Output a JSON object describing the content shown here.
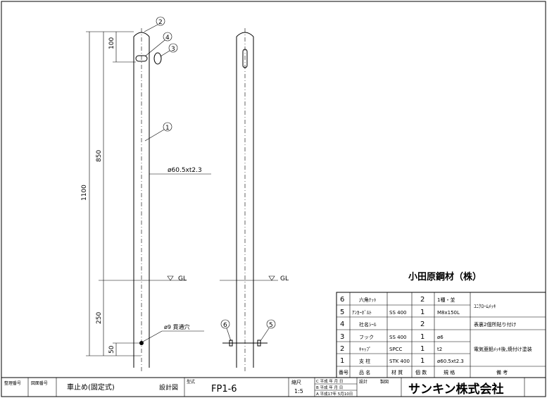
{
  "company_owner": "小田原鋼材（株）",
  "dimensions": {
    "total": "1100",
    "above_ground": "850",
    "top": "100",
    "below_ground": "250",
    "bottom": "50",
    "pipe": "ø60.5xt2.3",
    "hole": "ø9 貫通穴",
    "gl_left": "GL",
    "gl_right": "GL"
  },
  "callouts": [
    "1",
    "2",
    "3",
    "4",
    "5",
    "6"
  ],
  "parts_table": {
    "headers": [
      "番号",
      "品 名",
      "材 質",
      "個 数",
      "規 格",
      "備 考"
    ],
    "rows": [
      {
        "no": "6",
        "name": "六角ﾅｯﾄ",
        "material": "",
        "qty": "2",
        "spec": "1種・並"
      },
      {
        "no": "5",
        "name": "ｱﾝｶｰﾎﾞﾙﾄ",
        "material": "SS 400",
        "qty": "1",
        "spec": "M8x150L"
      },
      {
        "no": "4",
        "name": "社名ｼｰﾙ",
        "material": "",
        "qty": "2",
        "spec": ""
      },
      {
        "no": "3",
        "name": "フック",
        "material": "SS 400",
        "qty": "1",
        "spec": "ø6"
      },
      {
        "no": "2",
        "name": "ｷｬｯﾌﾟ",
        "material": "SPCC",
        "qty": "1",
        "spec": "t2"
      },
      {
        "no": "1",
        "name": "支 柱",
        "material": "STK 400",
        "qty": "1",
        "spec": "ø60.5xt2.3"
      }
    ],
    "notes": [
      "ﾕﾆｸﾛｰﾑﾒｯｷ",
      "表裏2個所貼り付け",
      "電気亜鉛ﾒｯｷ後,焼付け塗装"
    ]
  },
  "title_block": {
    "label_seiri": "整理番号",
    "label_zumen": "図面番号",
    "title": "車止め(固定式)",
    "kind": "設計図",
    "label_katashiki": "型式",
    "model": "FP1-6",
    "label_scale": "縮尺",
    "scale": "1:5",
    "revisions": [
      "C 平成 年 月 日",
      "B 平成 年 月 日",
      "A 平成17年 5月10日"
    ],
    "label_design": "設計",
    "label_draw": "製図",
    "company": "サンキン株式会社"
  }
}
